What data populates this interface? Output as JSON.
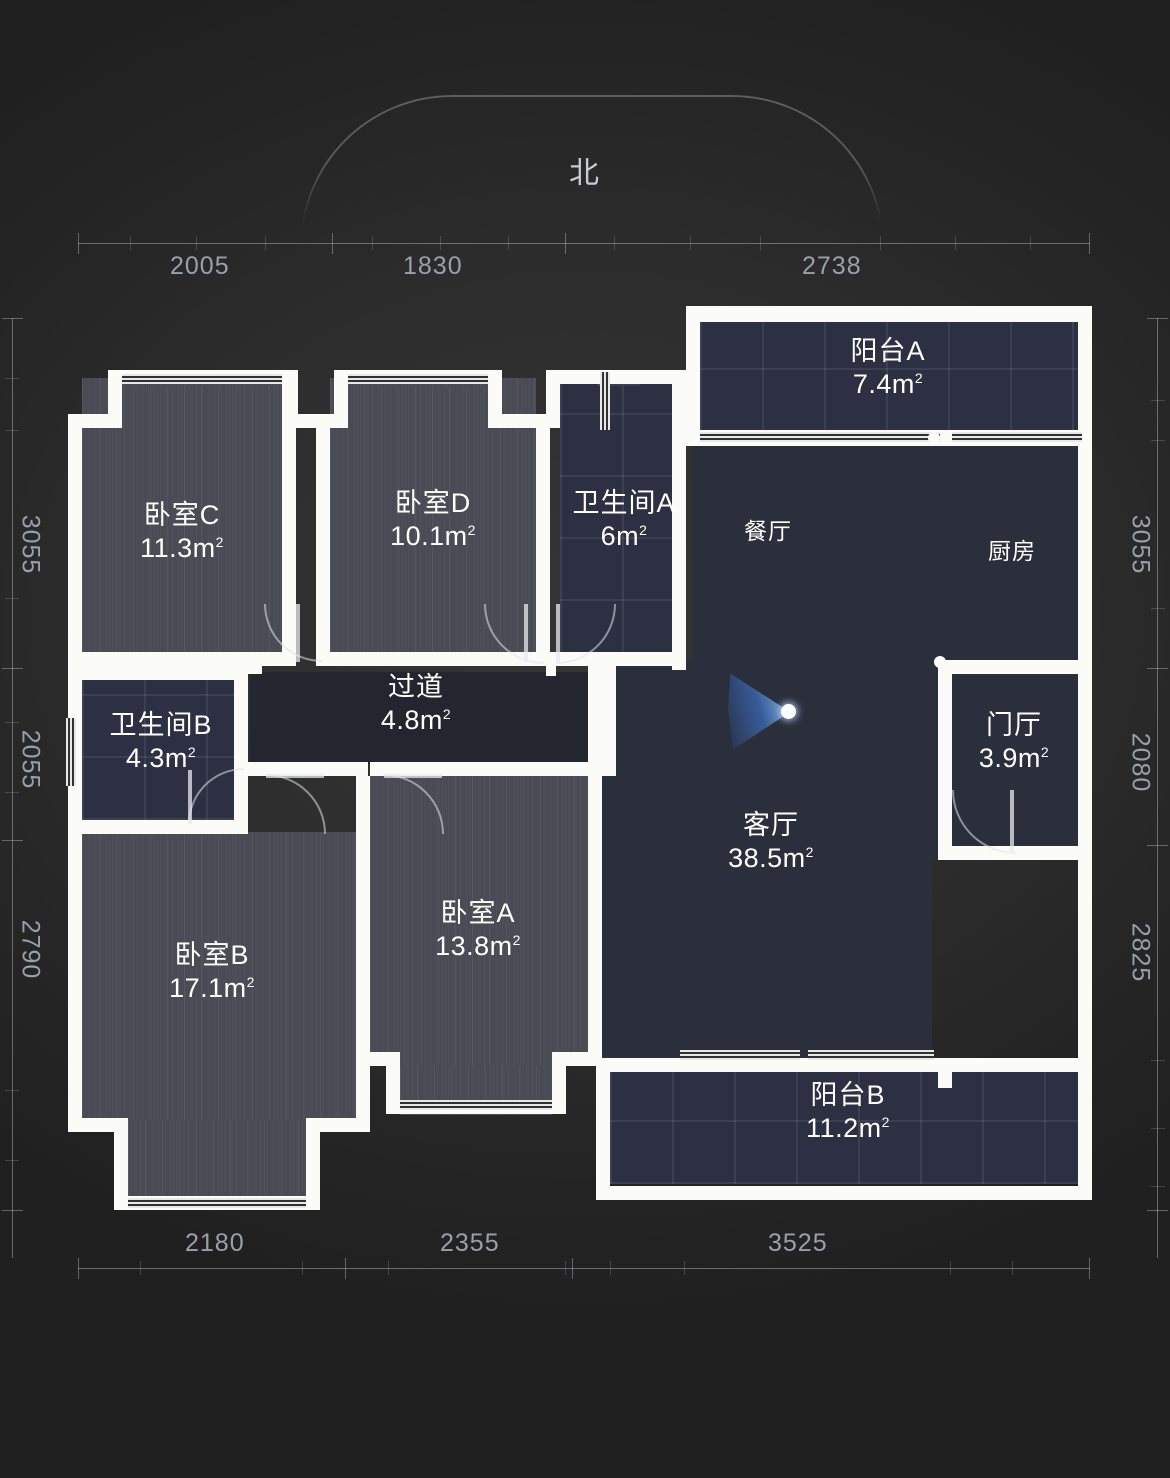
{
  "compass": {
    "label": "北",
    "icon": "compass-arc"
  },
  "viewpoint": {
    "icon": "camera-fan-icon"
  },
  "rulers": {
    "top": {
      "segments": [
        {
          "value": "2005"
        },
        {
          "value": "1830"
        },
        {
          "value": "2738"
        }
      ]
    },
    "bottom": {
      "segments": [
        {
          "value": "2180"
        },
        {
          "value": "2355"
        },
        {
          "value": "3525"
        }
      ]
    },
    "left": {
      "segments": [
        {
          "value": "3055"
        },
        {
          "value": "2055"
        },
        {
          "value": "2790"
        }
      ]
    },
    "right": {
      "segments": [
        {
          "value": "3055"
        },
        {
          "value": "2080"
        },
        {
          "value": "2825"
        }
      ]
    }
  },
  "rooms": {
    "bedroom_c": {
      "name": "卧室C",
      "area": "11.3m"
    },
    "bedroom_d": {
      "name": "卧室D",
      "area": "10.1m"
    },
    "bathroom_a": {
      "name": "卫生间A",
      "area": "6m"
    },
    "bathroom_b": {
      "name": "卫生间B",
      "area": "4.3m"
    },
    "corridor": {
      "name": "过道",
      "area": "4.8m"
    },
    "bedroom_b": {
      "name": "卧室B",
      "area": "17.1m"
    },
    "bedroom_a": {
      "name": "卧室A",
      "area": "13.8m"
    },
    "living": {
      "name": "客厅",
      "area": "38.5m"
    },
    "dining": {
      "name": "餐厅",
      "area": ""
    },
    "kitchen": {
      "name": "厨房",
      "area": ""
    },
    "foyer": {
      "name": "门厅",
      "area": "3.9m"
    },
    "balcony_a": {
      "name": "阳台A",
      "area": "7.4m"
    },
    "balcony_b": {
      "name": "阳台B",
      "area": "11.2m"
    }
  },
  "colors": {
    "background": "#2e2e2e",
    "wall": "#fbfbf8",
    "floor_wood": "#4b4b56",
    "floor_tile": "#2c3042",
    "floor_plain": "#2b2f3c",
    "label_text": "#ffffff",
    "ruler_text": "#9aa0aa",
    "viewpoint_accent": "#4f8bd8"
  }
}
